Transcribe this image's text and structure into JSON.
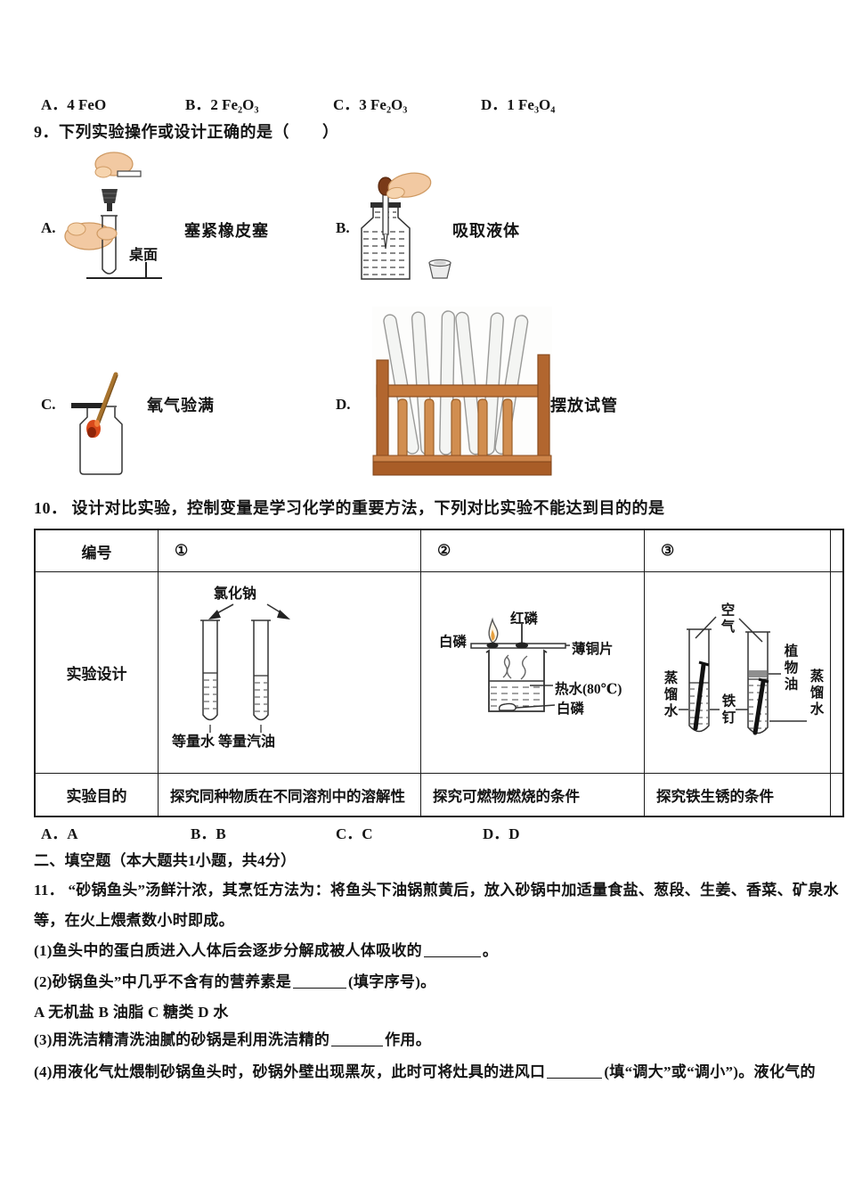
{
  "q8_options": {
    "a": "A．4 FeO",
    "b": "B．2 Fe₂O₃",
    "c": "C．3 Fe₂O₃",
    "d": "D．1 Fe₃O₄"
  },
  "q9": {
    "text": "9．下列实验操作或设计正确的是（　　）",
    "a_label": "A.",
    "a_caption": "塞紧橡皮塞",
    "a_note": "桌面",
    "b_label": "B.",
    "b_caption": "吸取液体",
    "c_label": "C.",
    "c_caption": "氧气验满",
    "d_label": "D.",
    "d_caption": "摆放试管"
  },
  "q10": {
    "text": "10． 设计对比实验，控制变量是学习化学的重要方法，下列对比实验不能达到目的的是",
    "table": {
      "col_id": "编号",
      "col1": "①",
      "col2": "②",
      "col3": "③",
      "design_label": "实验设计",
      "purpose_label": "实验目的",
      "purpose1": "探究同种物质在不同溶剂中的溶解性",
      "purpose2": "探究可燃物燃烧的条件",
      "purpose3": "探究铁生锈的条件",
      "d1": {
        "top": "氯化钠",
        "bottom": "等量水 等量汽油"
      },
      "d2": {
        "left": "白磷",
        "top": "红磷",
        "sheet": "薄铜片",
        "water": "热水(80℃)",
        "bottom": "白磷"
      },
      "d3": {
        "air": "空气",
        "left": "蒸馏水",
        "nail": "铁钉",
        "oil": "植物油",
        "right": "蒸馏水"
      }
    },
    "answers": {
      "a": "A．A",
      "b": "B．B",
      "c": "C．C",
      "d": "D．D"
    }
  },
  "section2": {
    "title": "二、填空题（本大题共1小题，共4分）",
    "q11_line1": "11． “砂锅鱼头”汤鲜汁浓，其烹饪方法为：将鱼头下油锅煎黄后，放入砂锅中加适量食盐、葱段、生姜、香菜、矿泉水",
    "q11_line2": "等，在火上煨煮数小时即成。",
    "p1_pre": "(1)鱼头中的蛋白质进入人体后会逐步分解成被人体吸收的",
    "p1_post": "。",
    "p2_pre": "(2)砂锅鱼头”中几乎不含有的营养素是",
    "p2_post": "(填字序号)。",
    "p2_options": "A 无机盐 B 油脂 C 糖类 D 水",
    "p3_pre": "(3)用洗洁精清洗油腻的砂锅是利用洗洁精的",
    "p3_post": "作用。",
    "p4_pre": "(4)用液化气灶煨制砂锅鱼头时，砂锅外壁出现黑灰，此时可将灶具的进风口",
    "p4_post": "(填“调大”或“调小”)。液化气的"
  }
}
